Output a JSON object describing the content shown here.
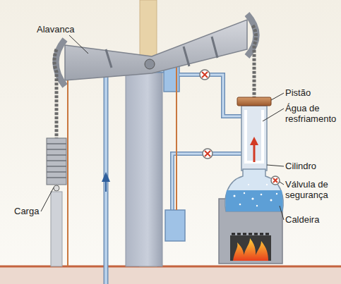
{
  "diagram": {
    "labels": [
      "Alavanca",
      "Pistão",
      "Água de resfriamento",
      "Cilindro",
      "Válvula de segurança",
      "Caldeira",
      "Carga"
    ]
  }
}
